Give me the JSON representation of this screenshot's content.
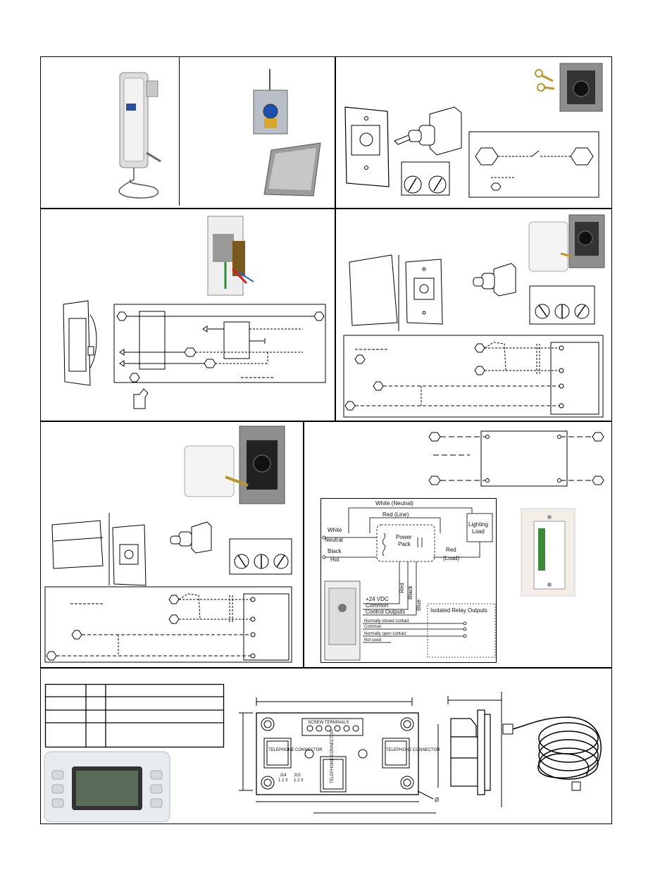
{
  "wiring": {
    "white": "White",
    "neutral": "Neutral",
    "black": "Black",
    "hot": "Hot",
    "white_neutral": "White (Neutral)",
    "red_line": "Red (Line)",
    "power_pack_1": "Power",
    "power_pack_2": "Pack",
    "lighting_1": "Lighting",
    "lighting_2": "Load",
    "red": "Red",
    "load": "(Load)",
    "vdc": "+24 VDC",
    "common": "Common",
    "control_outputs": "Control Outputs",
    "wire_red": "Red",
    "wire_black": "Black",
    "wire_blue": "Blue",
    "isolated": "Isolated Relay Outputs",
    "nc": "Normally closed contact",
    "common2": "Common",
    "no": "Normally open contact",
    "not_used": "Not used"
  },
  "pcb": {
    "terminal": "SCREW TERMINALS",
    "tel_left": "TELEPHONE CONNECTOR",
    "tel_mid": "TELEPHONE CONNECTOR",
    "tel_right": "TELEPHONE CONNECTOR",
    "j14": "J14",
    "j15": "J15",
    "pins": "1 2 3",
    "diameter": "Ø"
  },
  "colors": {
    "frame": "#000000",
    "photo_metal": "#a8a8a8",
    "display_housing": "#e9ecee",
    "lcd": "#5b6b5a"
  }
}
